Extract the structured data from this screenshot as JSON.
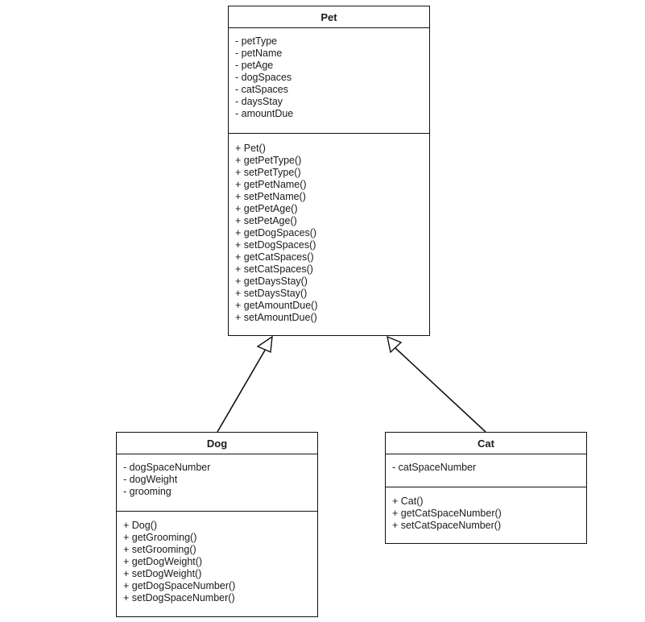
{
  "diagram": {
    "classes": {
      "pet": {
        "name": "Pet",
        "attributes": [
          "- petType",
          "- petName",
          "- petAge",
          "- dogSpaces",
          "- catSpaces",
          "- daysStay",
          "- amountDue"
        ],
        "methods": [
          "+ Pet()",
          "+ getPetType()",
          "+ setPetType()",
          "+ getPetName()",
          "+ setPetName()",
          "+ getPetAge()",
          "+ setPetAge()",
          "+ getDogSpaces()",
          "+ setDogSpaces()",
          "+ getCatSpaces()",
          "+ setCatSpaces()",
          "+ getDaysStay()",
          "+ setDaysStay()",
          "+ getAmountDue()",
          "+ setAmountDue()"
        ]
      },
      "dog": {
        "name": "Dog",
        "attributes": [
          "- dogSpaceNumber",
          "- dogWeight",
          "- grooming"
        ],
        "methods": [
          "+ Dog()",
          "+ getGrooming()",
          "+ setGrooming()",
          "+ getDogWeight()",
          "+ setDogWeight()",
          "+ getDogSpaceNumber()",
          "+ setDogSpaceNumber()"
        ]
      },
      "cat": {
        "name": "Cat",
        "attributes": [
          "- catSpaceNumber"
        ],
        "methods": [
          "+ Cat()",
          "+ getCatSpaceNumber()",
          "+ setCatSpaceNumber()"
        ]
      }
    },
    "relations": [
      {
        "type": "inheritance",
        "from": "Dog",
        "to": "Pet"
      },
      {
        "type": "inheritance",
        "from": "Cat",
        "to": "Pet"
      }
    ],
    "colors": {
      "line": "#111111",
      "background": "#ffffff",
      "text": "#1a1a1a"
    }
  }
}
